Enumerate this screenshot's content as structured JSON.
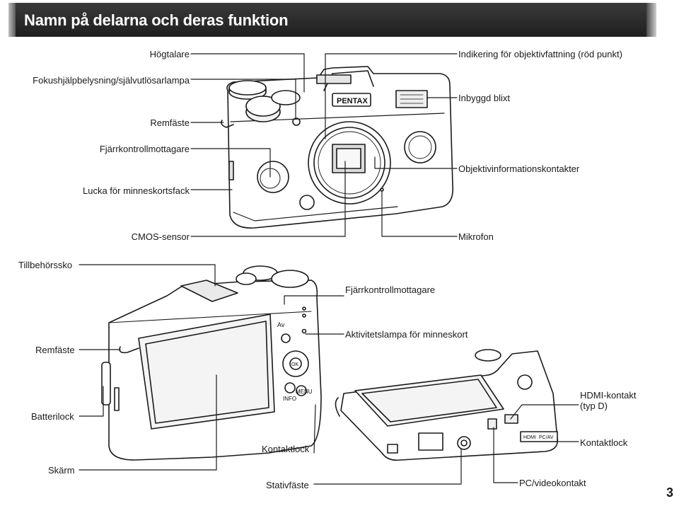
{
  "header": {
    "title": "Namn på delarna och deras funktion"
  },
  "front_view_labels": {
    "speaker": "Högtalare",
    "af_assist_lamp": "Fokushjälpbelysning/självutlösarlampa",
    "strap_lug": "Remfäste",
    "remote_receiver": "Fjärrkontrollmottagare",
    "card_cover": "Lucka för minneskortsfack",
    "cmos_sensor": "CMOS-sensor",
    "lens_mount_index": "Indikering för objektivfattning (röd punkt)",
    "builtin_flash": "Inbyggd blixt",
    "lens_info_contacts": "Objektivinformationskontakter",
    "microphone": "Mikrofon"
  },
  "rear_view_labels": {
    "hot_shoe": "Tillbehörssko",
    "strap_lug": "Remfäste",
    "battery_cover": "Batterilock",
    "monitor": "Skärm",
    "remote_receiver": "Fjärrkontrollmottagare",
    "card_access_lamp": "Aktivitetslampa för minneskort",
    "terminal_cover_1": "Kontaktlock",
    "tripod_socket": "Stativfäste",
    "hdmi_terminal": "HDMI-kontakt\n(typ D)",
    "terminal_cover_2": "Kontaktlock",
    "pc_av_terminal": "PC/videokontakt"
  },
  "camera_markings": {
    "brand": "PENTAX",
    "av": "Av",
    "ok": "OK",
    "info": "INFO",
    "menu": "MENU",
    "hdmi": "HDMI",
    "pcav": "PC/AV"
  },
  "page_number": "3"
}
